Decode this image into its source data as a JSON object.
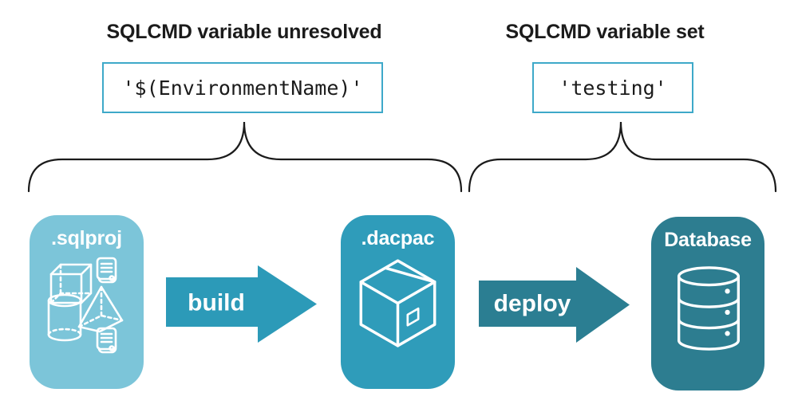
{
  "annotations": [
    {
      "title": "SQLCMD variable unresolved",
      "code": "'$(EnvironmentName)'"
    },
    {
      "title": "SQLCMD variable set",
      "code": "'testing'"
    }
  ],
  "pipeline": {
    "nodes": [
      {
        "label": ".sqlproj",
        "icon": "sql-project-objects-icon",
        "color": "#7cc5d9"
      },
      {
        "label": ".dacpac",
        "icon": "package-box-icon",
        "color": "#2f9cba"
      },
      {
        "label": "Database",
        "icon": "database-cylinder-icon",
        "color": "#2d7d90"
      }
    ],
    "arrows": [
      {
        "label": "build",
        "color": "#2c9ab8"
      },
      {
        "label": "deploy",
        "color": "#2b7e92"
      }
    ]
  },
  "colors": {
    "background": "#ffffff",
    "code_box_border": "#3ea9c9",
    "heading_text": "#1b1b1b",
    "code_text": "#1b1b1b",
    "brace_stroke": "#1b1b1b",
    "icon_stroke": "#ffffff"
  }
}
